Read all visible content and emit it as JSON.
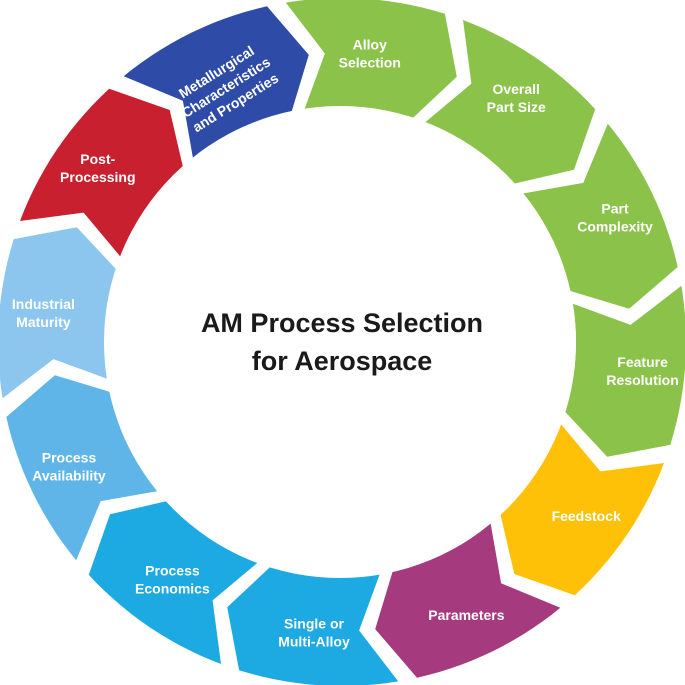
{
  "center": {
    "title_line1": "AM Process Selection",
    "title_line2": "for Aerospace"
  },
  "segments": [
    {
      "id": "alloy-selection",
      "lines": [
        "Alloy",
        "Selection"
      ],
      "color": "#8BC34A"
    },
    {
      "id": "overall-part-size",
      "lines": [
        "Overall",
        "Part Size"
      ],
      "color": "#8BC34A"
    },
    {
      "id": "part-complexity",
      "lines": [
        "Part",
        "Complexity"
      ],
      "color": "#8BC34A"
    },
    {
      "id": "feature-resolution",
      "lines": [
        "Feature",
        "Resolution"
      ],
      "color": "#8BC34A"
    },
    {
      "id": "feedstock",
      "lines": [
        "Feedstock"
      ],
      "color": "#FFC107"
    },
    {
      "id": "parameters",
      "lines": [
        "Parameters"
      ],
      "color": "#A63A7E"
    },
    {
      "id": "single-or-multi-alloy",
      "lines": [
        "Single or",
        "Multi-Alloy"
      ],
      "color": "#1DA9E1"
    },
    {
      "id": "process-economics",
      "lines": [
        "Process",
        "Economics"
      ],
      "color": "#1DA9E1"
    },
    {
      "id": "process-availability",
      "lines": [
        "Process",
        "Availability"
      ],
      "color": "#5FB5E8"
    },
    {
      "id": "industrial-maturity",
      "lines": [
        "Industrial",
        "Maturity"
      ],
      "color": "#8CC6EE"
    },
    {
      "id": "post-processing",
      "lines": [
        "Post-",
        "Processing"
      ],
      "color": "#C8202F"
    },
    {
      "id": "metallurgical",
      "lines": [
        "Metallurgical",
        "Characteristics",
        "and Properties"
      ],
      "color": "#2E4BA8"
    }
  ]
}
